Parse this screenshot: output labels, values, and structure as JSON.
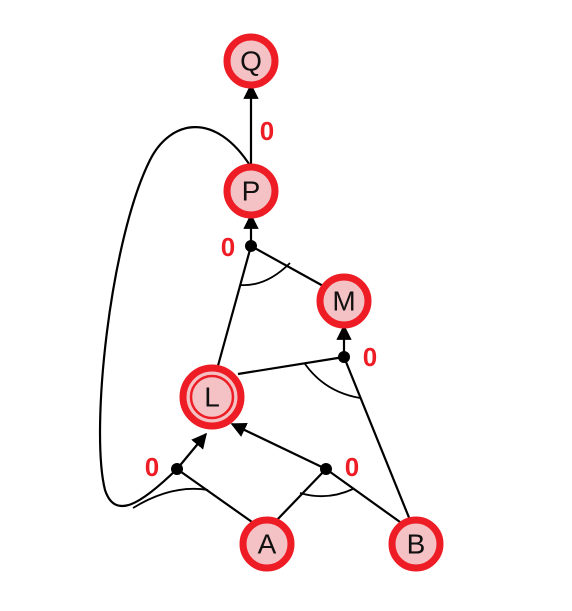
{
  "diagram": {
    "colors": {
      "node_fill": "#f4c2c4",
      "node_stroke": "#ee1c25",
      "cost_label": "#ee1c25",
      "edge": "#000000"
    },
    "nodes": {
      "Q": {
        "label": "Q"
      },
      "P": {
        "label": "P"
      },
      "M": {
        "label": "M"
      },
      "L": {
        "label": "L",
        "double_ring": true
      },
      "A": {
        "label": "A"
      },
      "B": {
        "label": "B"
      }
    },
    "hyperedges": [
      {
        "id": "P-to-Q",
        "inputs": [
          "P"
        ],
        "output": "Q",
        "cost": "0"
      },
      {
        "id": "L-M-to-P",
        "inputs": [
          "L",
          "M"
        ],
        "output": "P",
        "cost": "0"
      },
      {
        "id": "L-B-to-M",
        "inputs": [
          "L",
          "B"
        ],
        "output": "M",
        "cost": "0"
      },
      {
        "id": "P-A-to-L",
        "inputs": [
          "P",
          "A"
        ],
        "output": "L",
        "cost": "0"
      },
      {
        "id": "A-B-to-L",
        "inputs": [
          "A",
          "B"
        ],
        "output": "L",
        "cost": "0"
      }
    ]
  }
}
